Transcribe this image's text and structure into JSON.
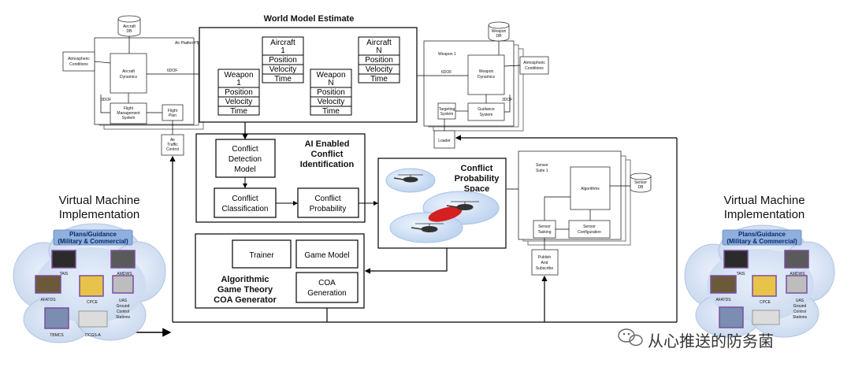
{
  "world_model": {
    "title": "World Model Estimate",
    "aircraft_1": [
      "Aircraft",
      "1",
      "Position",
      "Velocity",
      "Time"
    ],
    "aircraft_n": [
      "Aircraft",
      "N",
      "Position",
      "Velocity",
      "Time"
    ],
    "weapon_1": [
      "Weapon",
      "1",
      "Position",
      "Velocity",
      "Time"
    ],
    "weapon_n": [
      "Weapon",
      "N",
      "Position",
      "Velocity",
      "Time"
    ]
  },
  "air_platform": {
    "label": "Air Platform 1",
    "aircraft_db": [
      "Aircraft",
      "DB"
    ],
    "atmospheric": [
      "Atmospheric",
      "Conditions"
    ],
    "dynamics": [
      "Aircraft",
      "Dynamics"
    ],
    "six_dof": "6DOF",
    "three_dof": "3DOF",
    "fms": [
      "Flight",
      "Management",
      "System"
    ],
    "flight_plan": [
      "Flight",
      "Plan"
    ],
    "atc": [
      "Air",
      "Traffic",
      "Control"
    ]
  },
  "weapon_side": {
    "label": "Weapon 1",
    "weapon_db": [
      "Weapon",
      "DB"
    ],
    "atmospheric": [
      "Atmospheric",
      "Conditions"
    ],
    "dynamics": [
      "Weapon",
      "Dynamics"
    ],
    "six_dof": "6DOF",
    "three_dof": "3DOF",
    "targeting": [
      "Targeting",
      "System"
    ],
    "guidance": [
      "Guidance",
      "System"
    ],
    "loader": "Loader"
  },
  "conflict_id": {
    "title": [
      "AI Enabled",
      "Conflict",
      "Identification"
    ],
    "detection": [
      "Conflict",
      "Detection",
      "Model"
    ],
    "classification": [
      "Conflict",
      "Classification"
    ],
    "probability": [
      "Conflict",
      "Probability"
    ]
  },
  "probability_space": {
    "title": [
      "Conflict",
      "Probability",
      "Space"
    ]
  },
  "sensor": {
    "label": [
      "Sensor",
      "Suite 1"
    ],
    "algorithms": "Algorithms",
    "sensor_db": [
      "Sensor",
      "DB"
    ],
    "tasking": [
      "Sensor",
      "Tasking"
    ],
    "configuration": [
      "Sensor",
      "Configuration"
    ],
    "publish": [
      "Publish",
      "And",
      "Subscribe"
    ]
  },
  "game_theory": {
    "trainer": "Trainer",
    "game_model": "Game Model",
    "coa": [
      "COA",
      "Generation"
    ],
    "title": [
      "Algorithmic",
      "Game Theory",
      "COA Generator"
    ]
  },
  "vm_left": {
    "title": [
      "Virtual Machine",
      "Implementation"
    ],
    "plans": [
      "Plans/Guidance",
      "(Military & Commercial)"
    ],
    "items": [
      "TAIS",
      "AMDWS",
      "AFATDS",
      "CPCE",
      "UAS",
      "Ground",
      "Control",
      "Stations",
      "TBMCS",
      "DCGS-A"
    ]
  },
  "vm_right": {
    "title": [
      "Virtual Machine",
      "Implementation"
    ],
    "plans": [
      "Plans/Guidance",
      "(Military & Commercial)"
    ],
    "items": [
      "TAIS",
      "AMDWS",
      "AFATDS",
      "CPCE",
      "UAS",
      "Ground",
      "Control",
      "Stations"
    ]
  },
  "watermark": "从心推送的防务菌",
  "colors": {
    "cloud_fill": "#d6e2f3",
    "cloud_stroke": "#b3c6e3",
    "ellipse_light": "#c9dcf2",
    "ellipse_red": "#d42020",
    "plans_fill": "#8fb0dd"
  }
}
